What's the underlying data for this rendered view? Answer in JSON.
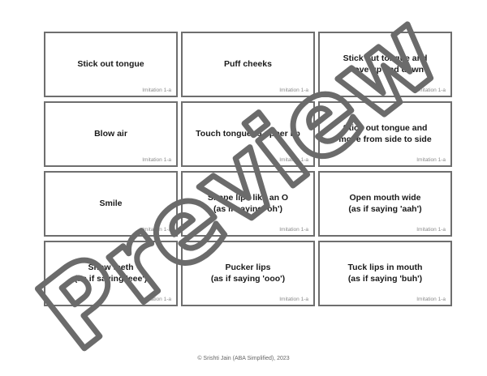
{
  "cards": [
    {
      "text": "Stick out tongue",
      "code": "Imitation 1-a"
    },
    {
      "text": "Puff cheeks",
      "code": "Imitation 1-a"
    },
    {
      "text": "Stick out tongue and\nmove up and down",
      "code": "Imitation 1-a"
    },
    {
      "text": "Blow air",
      "code": "Imitation 1-a"
    },
    {
      "text": "Touch tongue to upper lip",
      "code": "Imitation 1-a"
    },
    {
      "text": "Stick out tongue and\nmove from side to side",
      "code": "Imitation 1-a"
    },
    {
      "text": "Smile",
      "code": "Imitation 1-a"
    },
    {
      "text": "Shape lips like an O\n(as if saying 'oh')",
      "code": "Imitation 1-a"
    },
    {
      "text": "Open mouth wide\n(as if saying 'aah')",
      "code": "Imitation 1-a"
    },
    {
      "text": "Show teeth\n(as if saying 'eee')",
      "code": "Imitation 1-a"
    },
    {
      "text": "Pucker lips\n(as if saying 'ooo')",
      "code": "Imitation 1-a"
    },
    {
      "text": "Tuck lips in mouth\n(as if saying 'buh')",
      "code": "Imitation 1-a"
    }
  ],
  "footer": "© Srishti Jain (ABA Simplified),  2023",
  "watermark": "Preview",
  "colors": {
    "border": "#6e6e6e",
    "watermark_stroke": "#6b6b6b"
  }
}
